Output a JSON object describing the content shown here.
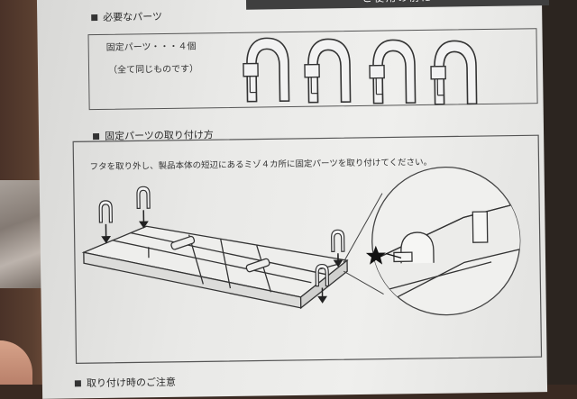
{
  "header_bar": "ご使用の前に",
  "section1": {
    "title": "必要なパーツ",
    "parts_line": "固定パーツ・・・４個",
    "parts_note": "（全て同じものです）"
  },
  "section2": {
    "title": "固定パーツの取り付け方",
    "instruction": "フタを取り外し、製品本体の短辺にあるミゾ４カ所に固定パーツを取り付けてください。"
  },
  "section3": {
    "title": "取り付け時のご注意"
  },
  "colors": {
    "paper": "#ececea",
    "ink": "#333333",
    "bar": "#3f3f3f"
  },
  "icons": [
    "clip-part-icon",
    "down-arrow-icon",
    "star-icon"
  ]
}
